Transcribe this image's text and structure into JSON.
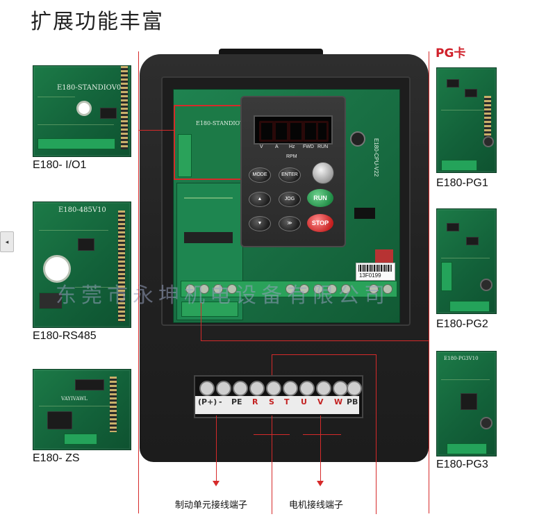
{
  "header": {
    "title": "扩展功能丰富",
    "pg_title": "PG卡"
  },
  "boards_left": [
    {
      "label": "E180- I/O1",
      "silk": "E180-STANDIOV01"
    },
    {
      "label": "E180-RS485",
      "silk": "E180-485V10"
    },
    {
      "label": "E180- ZS",
      "silk": "VAYIVAWL"
    }
  ],
  "boards_right": [
    {
      "label": "E180-PG1"
    },
    {
      "label": "E180-PG2"
    },
    {
      "label": "E180-PG3",
      "silk": "E180-PG3V10"
    }
  ],
  "inverter": {
    "inset_silk": "E180-STANDIOV01",
    "cpu_silk": "E180-CPU-V22",
    "indicators": [
      "V",
      "A",
      "Hz",
      "FWD",
      "RUN"
    ],
    "rpm_label": "RPM",
    "keys": {
      "mode": "MODE",
      "enter": "ENTER",
      "up": "▲",
      "jog": "JOG",
      "down": "▼",
      "shift": "≫",
      "run": "RUN",
      "stop": "STOP"
    },
    "sticker": "13F0199",
    "power_terminals": [
      "(P+)",
      "-",
      "PE",
      "R",
      "S",
      "T",
      "U",
      "V",
      "W",
      "PB"
    ]
  },
  "watermark": "东莞市永坤机电设备有限公司",
  "callouts": {
    "brake_terminal": "制动单元接线端子",
    "motor_terminal": "电机接线端子"
  },
  "colors": {
    "guide_red": "#d62a2a",
    "pg_title_red": "#d0202a",
    "pcb_green": "#176a40"
  }
}
